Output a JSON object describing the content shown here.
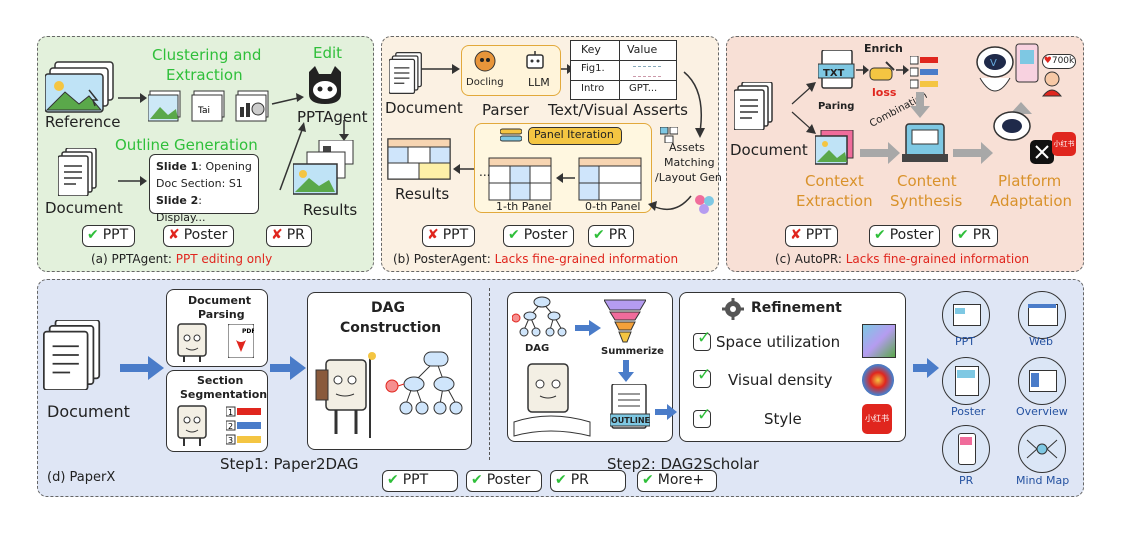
{
  "colors": {
    "green": "#2fbf3a",
    "red": "#e0261e",
    "orange": "#d9922b",
    "blue_arrow": "#4a7cc9",
    "panel_a": "#e3f1dc",
    "panel_b": "#fbf1e3",
    "panel_c": "#f8e0d6",
    "panel_d": "#dfe6f5"
  },
  "panel_a": {
    "clustering": "Clustering and",
    "extraction": "Extraction",
    "edit": "Edit",
    "reference": "Reference",
    "outline_generation": "Outline Generation",
    "slide1_label": "Slide 1",
    "slide1_text": ": Opening",
    "doc_section": "Doc Section: S1",
    "slide2_label": "Slide 2",
    "slide2_text": ": Display...",
    "pptagent": "PPTAgent",
    "document": "Document",
    "results": "Results",
    "chk_ppt": "PPT",
    "chk_poster": "Poster",
    "chk_pr": "PR",
    "caption_prefix": "(a) PPTAgent: ",
    "caption_highlight": "PPT editing only"
  },
  "panel_b": {
    "docling": "Docling",
    "llm": "LLM",
    "table_headers": [
      "Key",
      "Value"
    ],
    "table_rows": [
      [
        "Fig1.",
        ""
      ],
      [
        "Intro",
        "GPT..."
      ]
    ],
    "document": "Document",
    "parser": "Parser",
    "text_visual": "Text/Visual Asserts",
    "panel_iteration": "Panel Iteration",
    "assets": "Assets",
    "matching": "Matching",
    "layout_gen": "/Layout Gen",
    "results": "Results",
    "panel1": "1-th Panel",
    "panel0": "0-th Panel",
    "ellipsis": "...",
    "chk_ppt": "PPT",
    "chk_poster": "Poster",
    "chk_pr": "PR",
    "caption_prefix": "(b) PosterAgent: ",
    "caption_highlight": "Lacks fine-grained information"
  },
  "panel_c": {
    "txt": "TXT",
    "enrich": "Enrich",
    "loss": "loss",
    "paring": "Paring",
    "combination": "Combination",
    "document": "Document",
    "followers": "700k",
    "context": "Context",
    "extraction": "Extraction",
    "content": "Content",
    "synthesis": "Synthesis",
    "platform": "Platform",
    "adaptation": "Adaptation",
    "chk_ppt": "PPT",
    "chk_poster": "Poster",
    "chk_pr": "PR",
    "caption_prefix": "(c) AutoPR: ",
    "caption_highlight": "Lacks fine-grained information"
  },
  "panel_d": {
    "document": "Document",
    "doc_parsing_1": "Document",
    "doc_parsing_2": "Parsing",
    "pdf": "PDF",
    "section_1": "Section",
    "section_2": "Segmentation",
    "dag_1": "DAG",
    "dag_2": "Construction",
    "step1": "Step1: Paper2DAG",
    "dag_small": "DAG",
    "summerize": "Summerize",
    "outline": "OUTLINE",
    "refinement": "Refinement",
    "ref_items": [
      "Space utilization",
      "Visual density",
      "Style"
    ],
    "xhs": "小红书",
    "step2": "Step2: DAG2Scholar",
    "outputs": [
      "PPT",
      "Web",
      "Poster",
      "Overview",
      "PR",
      "Mind Map"
    ],
    "label": "(d) PaperX",
    "chk_ppt": "PPT",
    "chk_poster": "Poster",
    "chk_pr": "PR",
    "chk_more": "More+"
  }
}
